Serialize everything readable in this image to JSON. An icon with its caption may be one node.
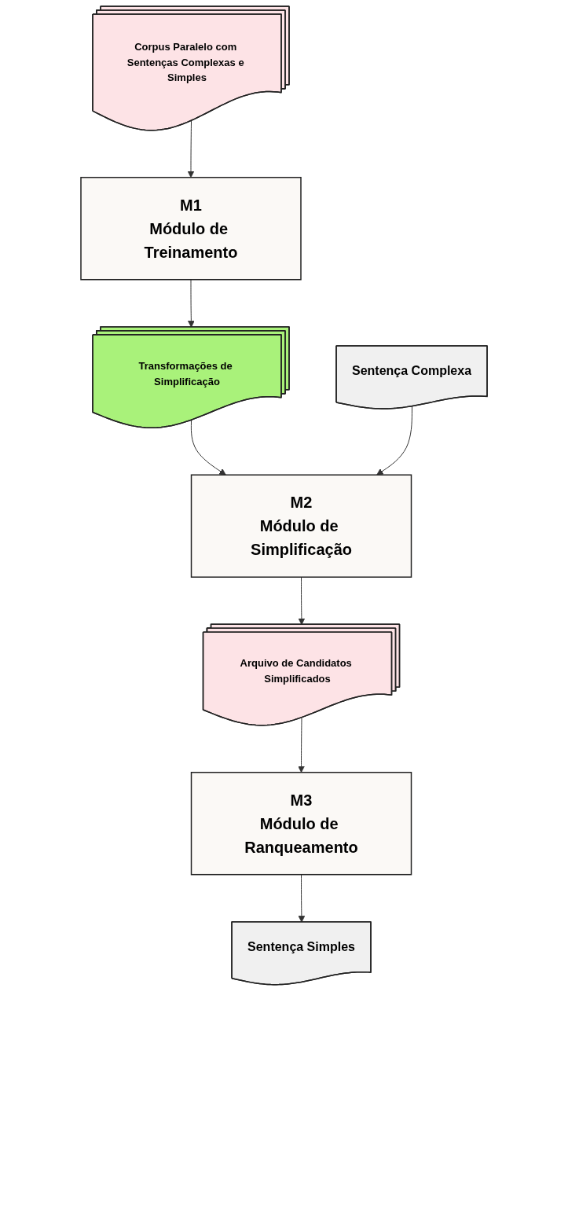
{
  "diagram": {
    "nodes": [
      {
        "text": [
          "Corpus Paralelo com Sentenças Complexas e Simples"
        ]
      },
      {
        "text": [
          "M1",
          "Módulo de Treinamento"
        ]
      },
      {
        "text": [
          "Transformações de Simplificação"
        ]
      },
      {
        "text": [
          "Sentença Complexa"
        ]
      },
      {
        "text": [
          "M2",
          "Módulo de Simplificação"
        ]
      },
      {
        "text": [
          "Arquivo de Candidatos Simplificados"
        ]
      },
      {
        "text": [
          "M3",
          "Módulo de Ranqueamento"
        ]
      },
      {
        "text": [
          "Sentença Simples"
        ]
      }
    ],
    "edges": [
      {
        "from": 0,
        "to": 1,
        "arrow": "to"
      },
      {
        "from": 1,
        "to": 2,
        "arrow": "to"
      },
      {
        "from": 2,
        "to": 4,
        "arrow": "to"
      },
      {
        "from": 3,
        "to": 4,
        "arrow": "to"
      },
      {
        "from": 4,
        "to": 5,
        "arrow": "to"
      },
      {
        "from": 5,
        "to": 6,
        "arrow": "to"
      },
      {
        "from": 6,
        "to": 7,
        "arrow": "to"
      }
    ]
  }
}
